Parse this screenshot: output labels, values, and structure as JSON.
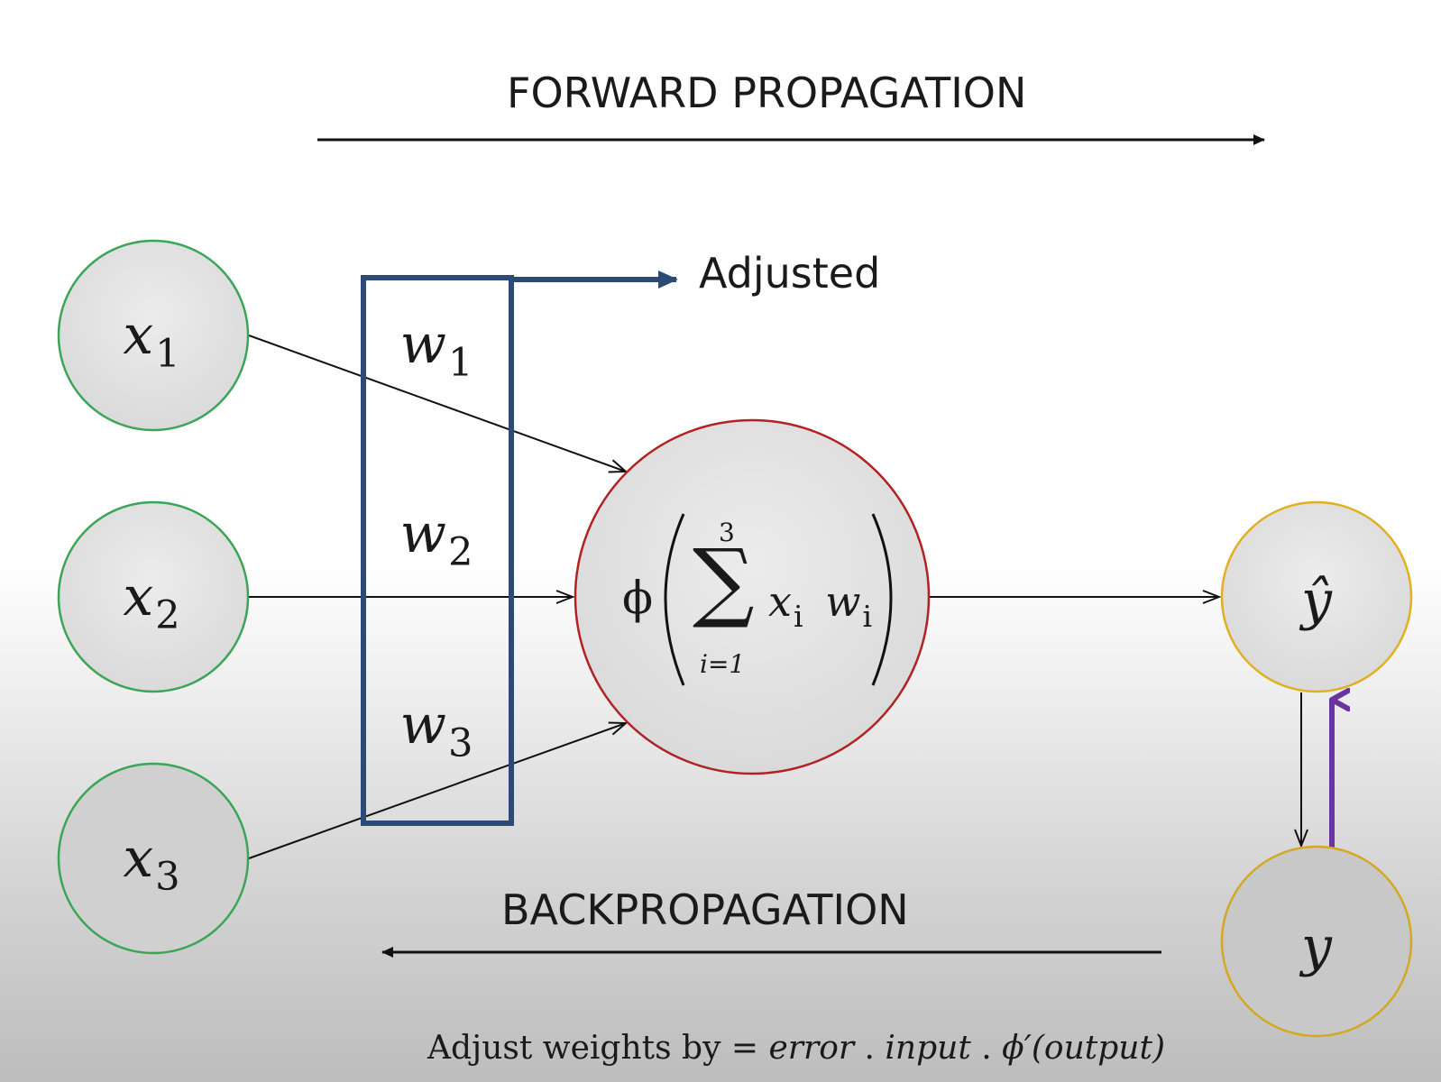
{
  "forward": {
    "label": "FORWARD PROPAGATION"
  },
  "backward": {
    "label": "BACKPROPAGATION"
  },
  "adjusted": {
    "label": "Adjusted"
  },
  "inputs": [
    {
      "var": "x",
      "sub": "1"
    },
    {
      "var": "x",
      "sub": "2"
    },
    {
      "var": "x",
      "sub": "3"
    }
  ],
  "weights": [
    {
      "var": "w",
      "sub": "1"
    },
    {
      "var": "w",
      "sub": "2"
    },
    {
      "var": "w",
      "sub": "3"
    }
  ],
  "neuron": {
    "phi": "ϕ",
    "sum_upper": "3",
    "sum_lower": "i=1",
    "sum_symbol": "∑",
    "term": "x",
    "term_sub": "i",
    "term2": "w",
    "term2_sub": "i"
  },
  "outputs": {
    "predicted": "ŷ",
    "actual": "y"
  },
  "formula": {
    "prefix": "Adjust weights by = ",
    "error": "error",
    "dot1": " . ",
    "input": "input",
    "dot2": " . ",
    "deriv": "ϕ′(output)"
  },
  "colors": {
    "input_stroke": "#3aa655",
    "neuron_stroke": "#b22222",
    "output_stroke": "#e0b020",
    "weight_box": "#2b4a75",
    "back_arrow": "#6a35a0",
    "node_fill": "#e6e6e6",
    "line": "#111111"
  }
}
